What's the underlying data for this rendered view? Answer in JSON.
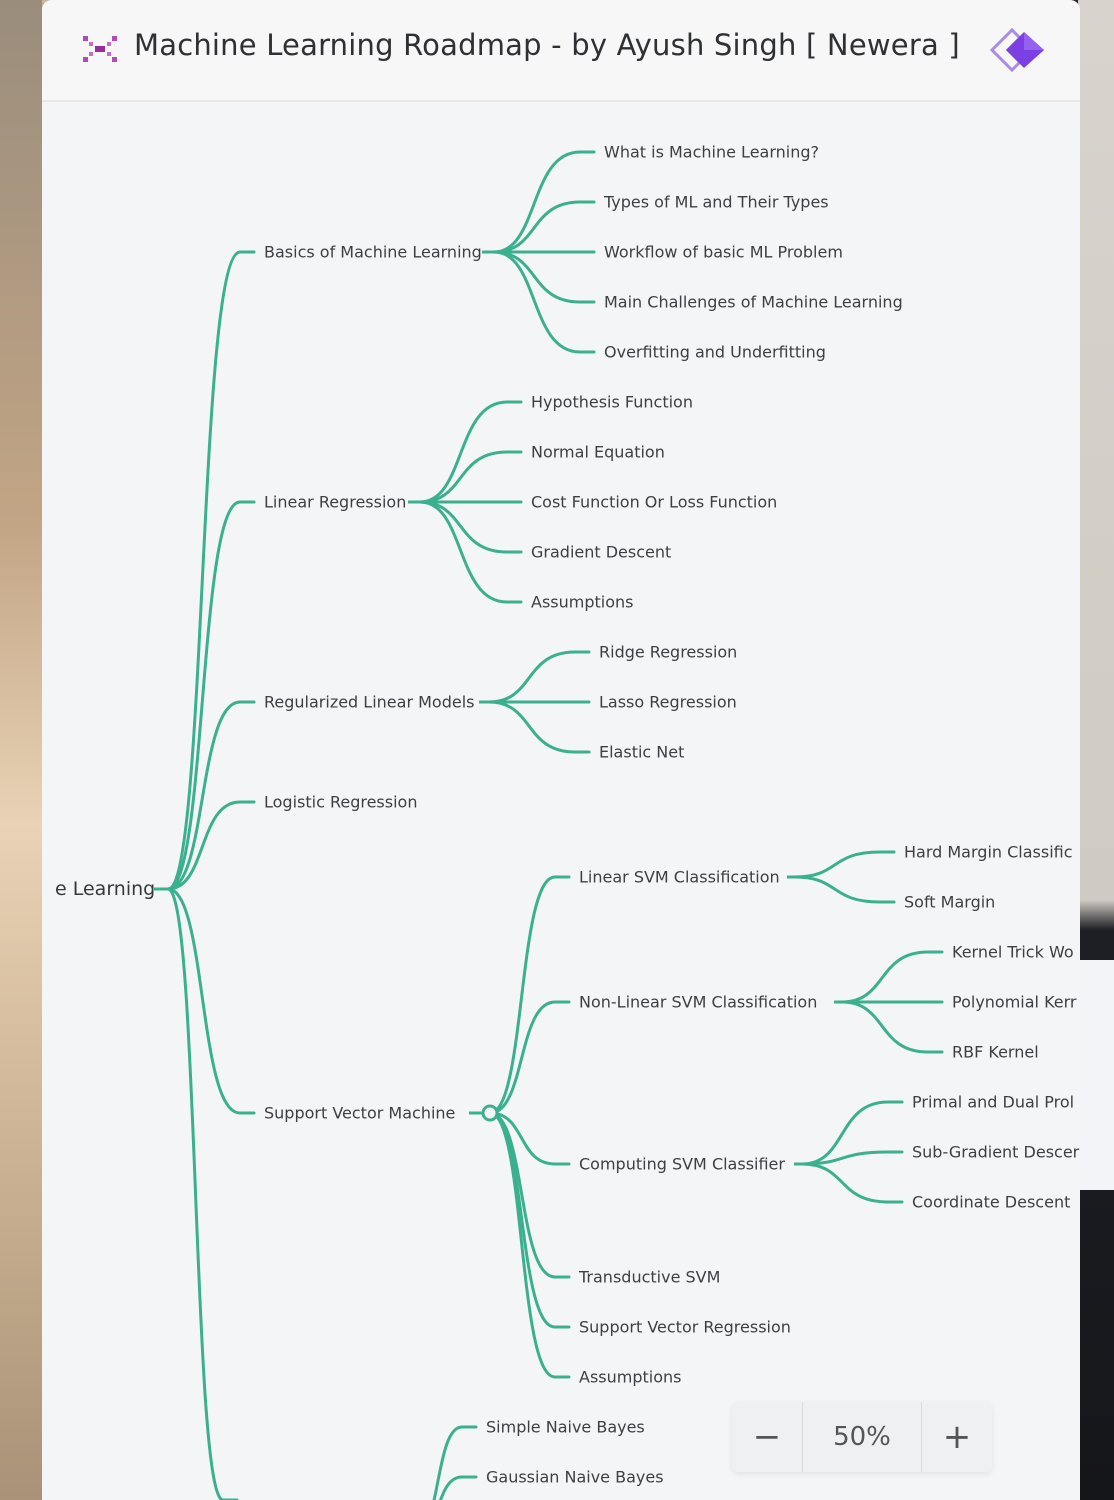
{
  "header": {
    "title": "Machine Learning Roadmap - by Ayush Singh [ Newera ]",
    "app_icon": "mindmap-icon",
    "brand_icon": "diamond-logo-icon"
  },
  "colors": {
    "branch": "#3bb08f",
    "brand_purple": "#7b3fe4",
    "app_icon_magenta": "#b44bb4"
  },
  "mindmap": {
    "root": "e Learning",
    "nodes": {
      "basics": "Basics of Machine Learning",
      "basics_c1": "What is Machine Learning?",
      "basics_c2": "Types of ML and Their Types",
      "basics_c3": "Workflow of basic ML Problem",
      "basics_c4": "Main Challenges of Machine Learning",
      "basics_c5": "Overfitting and Underfitting",
      "linreg": "Linear Regression",
      "linreg_c1": "Hypothesis Function",
      "linreg_c2": "Normal Equation",
      "linreg_c3": "Cost Function Or Loss Function",
      "linreg_c4": "Gradient Descent",
      "linreg_c5": "Assumptions",
      "reg": "Regularized Linear Models",
      "reg_c1": "Ridge Regression",
      "reg_c2": "Lasso Regression",
      "reg_c3": "Elastic Net",
      "logreg": "Logistic Regression",
      "svm": "Support Vector Machine",
      "svm_lin": "Linear SVM Classification",
      "svm_lin_c1": "Hard Margin Classific",
      "svm_lin_c2": "Soft Margin",
      "svm_nonlin": "Non-Linear SVM Classification",
      "svm_nonlin_c1": "Kernel Trick Wo",
      "svm_nonlin_c2": "Polynomial Kerr",
      "svm_nonlin_c3": "RBF Kernel",
      "svm_comp": "Computing SVM Classifier",
      "svm_comp_c1": "Primal and Dual Prol",
      "svm_comp_c2": "Sub-Gradient Descer",
      "svm_comp_c3": "Coordinate Descent",
      "svm_trans": "Transductive SVM",
      "svm_reg": "Support Vector Regression",
      "svm_assump": "Assumptions",
      "nb_c1": "Simple Naive Bayes",
      "nb_c2": "Gaussian Naive Bayes"
    }
  },
  "zoom": {
    "minus": "−",
    "level": "50%",
    "plus": "+"
  }
}
